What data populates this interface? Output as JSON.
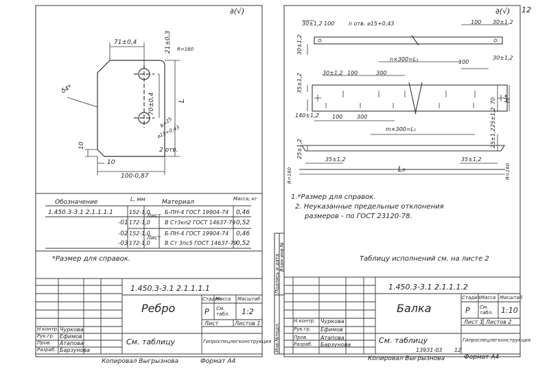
{
  "left_sheet": {
    "corner_mark": "∂(√)",
    "dims": {
      "top_width": "71±0,4",
      "top_offset": "21±0,3",
      "corner_radius": "R=160",
      "hole_spacing": "70±0,4",
      "length": "L",
      "hole_note": "⌀15+0,43",
      "hole_count": "2 отв.",
      "hole_radius": "R=25",
      "left_small": "10",
      "bottom_small": "10",
      "bottom_width": "100-0,87",
      "thickness": "δ4*"
    },
    "table": {
      "headers": [
        "Обозначение",
        "L, мм",
        "Материал",
        "Масса, кг"
      ],
      "rows": [
        {
          "code": "1.450.3-3.1  2.1.1.1.1",
          "L": "152-1,0",
          "material": "Б-ПН-4 ГОСТ 19904-74",
          "mass": "0,46"
        },
        {
          "code": "-01",
          "L": "172-1,0",
          "material": "В Ст3кп2 ГОСТ 14637-79",
          "mass": "0,52"
        },
        {
          "code": "-02",
          "L": "152-1,0",
          "material": "Б-ПН-4 ГОСТ 19904-74",
          "mass": "0,46"
        },
        {
          "code": "-03",
          "L": "172-1,0",
          "material": "В Ст 3пс5 ГОСТ 14637-79",
          "mass": "0,52"
        }
      ],
      "sheet_label": "Лист"
    },
    "note": "*Размер для справок.",
    "stamp": {
      "designation": "1.450.3-3.1  2.1.1.1.1",
      "name": "Ребро",
      "stage_h": "Стадия",
      "mass_h": "Масса",
      "scale_h": "Масштаб",
      "stage": "Р",
      "mass": "См. табл.",
      "scale": "1:2",
      "sheet": "Лист",
      "sheets": "Листов 1",
      "see": "См. таблицу",
      "org": "Гипроспецлегконструкция",
      "people": [
        {
          "role": "Н.контр.",
          "name": "Чуркова"
        },
        {
          "role": "Рук.гр.",
          "name": "Ефимов"
        },
        {
          "role": "Пров.",
          "name": "Атапова"
        },
        {
          "role": "Разраб.",
          "name": "Барзунова"
        }
      ]
    },
    "copied": "Копировал Выгрызнова",
    "format": "Формат А4"
  },
  "right_sheet": {
    "page_number": "12",
    "corner_mark": "∂(√)",
    "dims": {
      "top_left": "30±1,2",
      "top_100": "100",
      "holes_note": "n отв. ⌀15+0,43",
      "top_right_100": "100",
      "top_right_30": "30±1,2",
      "side_30": "30±1,2",
      "n_formula": "n×300=L₁",
      "d_30": "30±1,2",
      "d_100a": "100",
      "d_300a": "300",
      "d_100b": "100",
      "d_35": "35±1,2",
      "d_70": "70",
      "d_H": "H*",
      "d_140": "140±1,2",
      "d_100c": "100",
      "d_300b": "300",
      "m_formula": "m×300=L₁",
      "d_25a": "25±1,2",
      "d_25b": "25±1,2",
      "d_35l": "35±1,2",
      "d_35r": "35±1,2",
      "d_L": "L₀",
      "r_left": "R=160",
      "r_right": "R=160"
    },
    "notes": [
      "1.*Размер для справок.",
      "2. Неуказанные предельные отклонения",
      "размеров - по ГОСТ 23120-78."
    ],
    "table_ref": "Таблицу исполнений см. на листе 2",
    "side_columns": [
      "Инв.№подл.",
      "Подпись и дата",
      "Взам.инв.№"
    ],
    "stamp": {
      "designation": "1.450.3-3.1  2.1.1.1.2",
      "name": "Балка",
      "stage_h": "Стадия",
      "mass_h": "Масса",
      "scale_h": "Масштаб",
      "stage": "Р",
      "mass": "См. табл.",
      "scale": "1:10",
      "sheet": "Лист 1",
      "sheets": "Листов 2",
      "see": "См. таблицу",
      "org": "Гипроспецлегконструкция",
      "people": [
        {
          "role": "Н.контр.",
          "name": "Чуркова"
        },
        {
          "role": "Рук.гр.",
          "name": "Ефимов"
        },
        {
          "role": "Пров.",
          "name": "Атапова"
        },
        {
          "role": "Разраб.",
          "name": "Барзунова"
        }
      ]
    },
    "order_no": "13931-03",
    "order_page": "12",
    "copied": "Копировал Выгрызнова",
    "format": "Формат А4"
  }
}
